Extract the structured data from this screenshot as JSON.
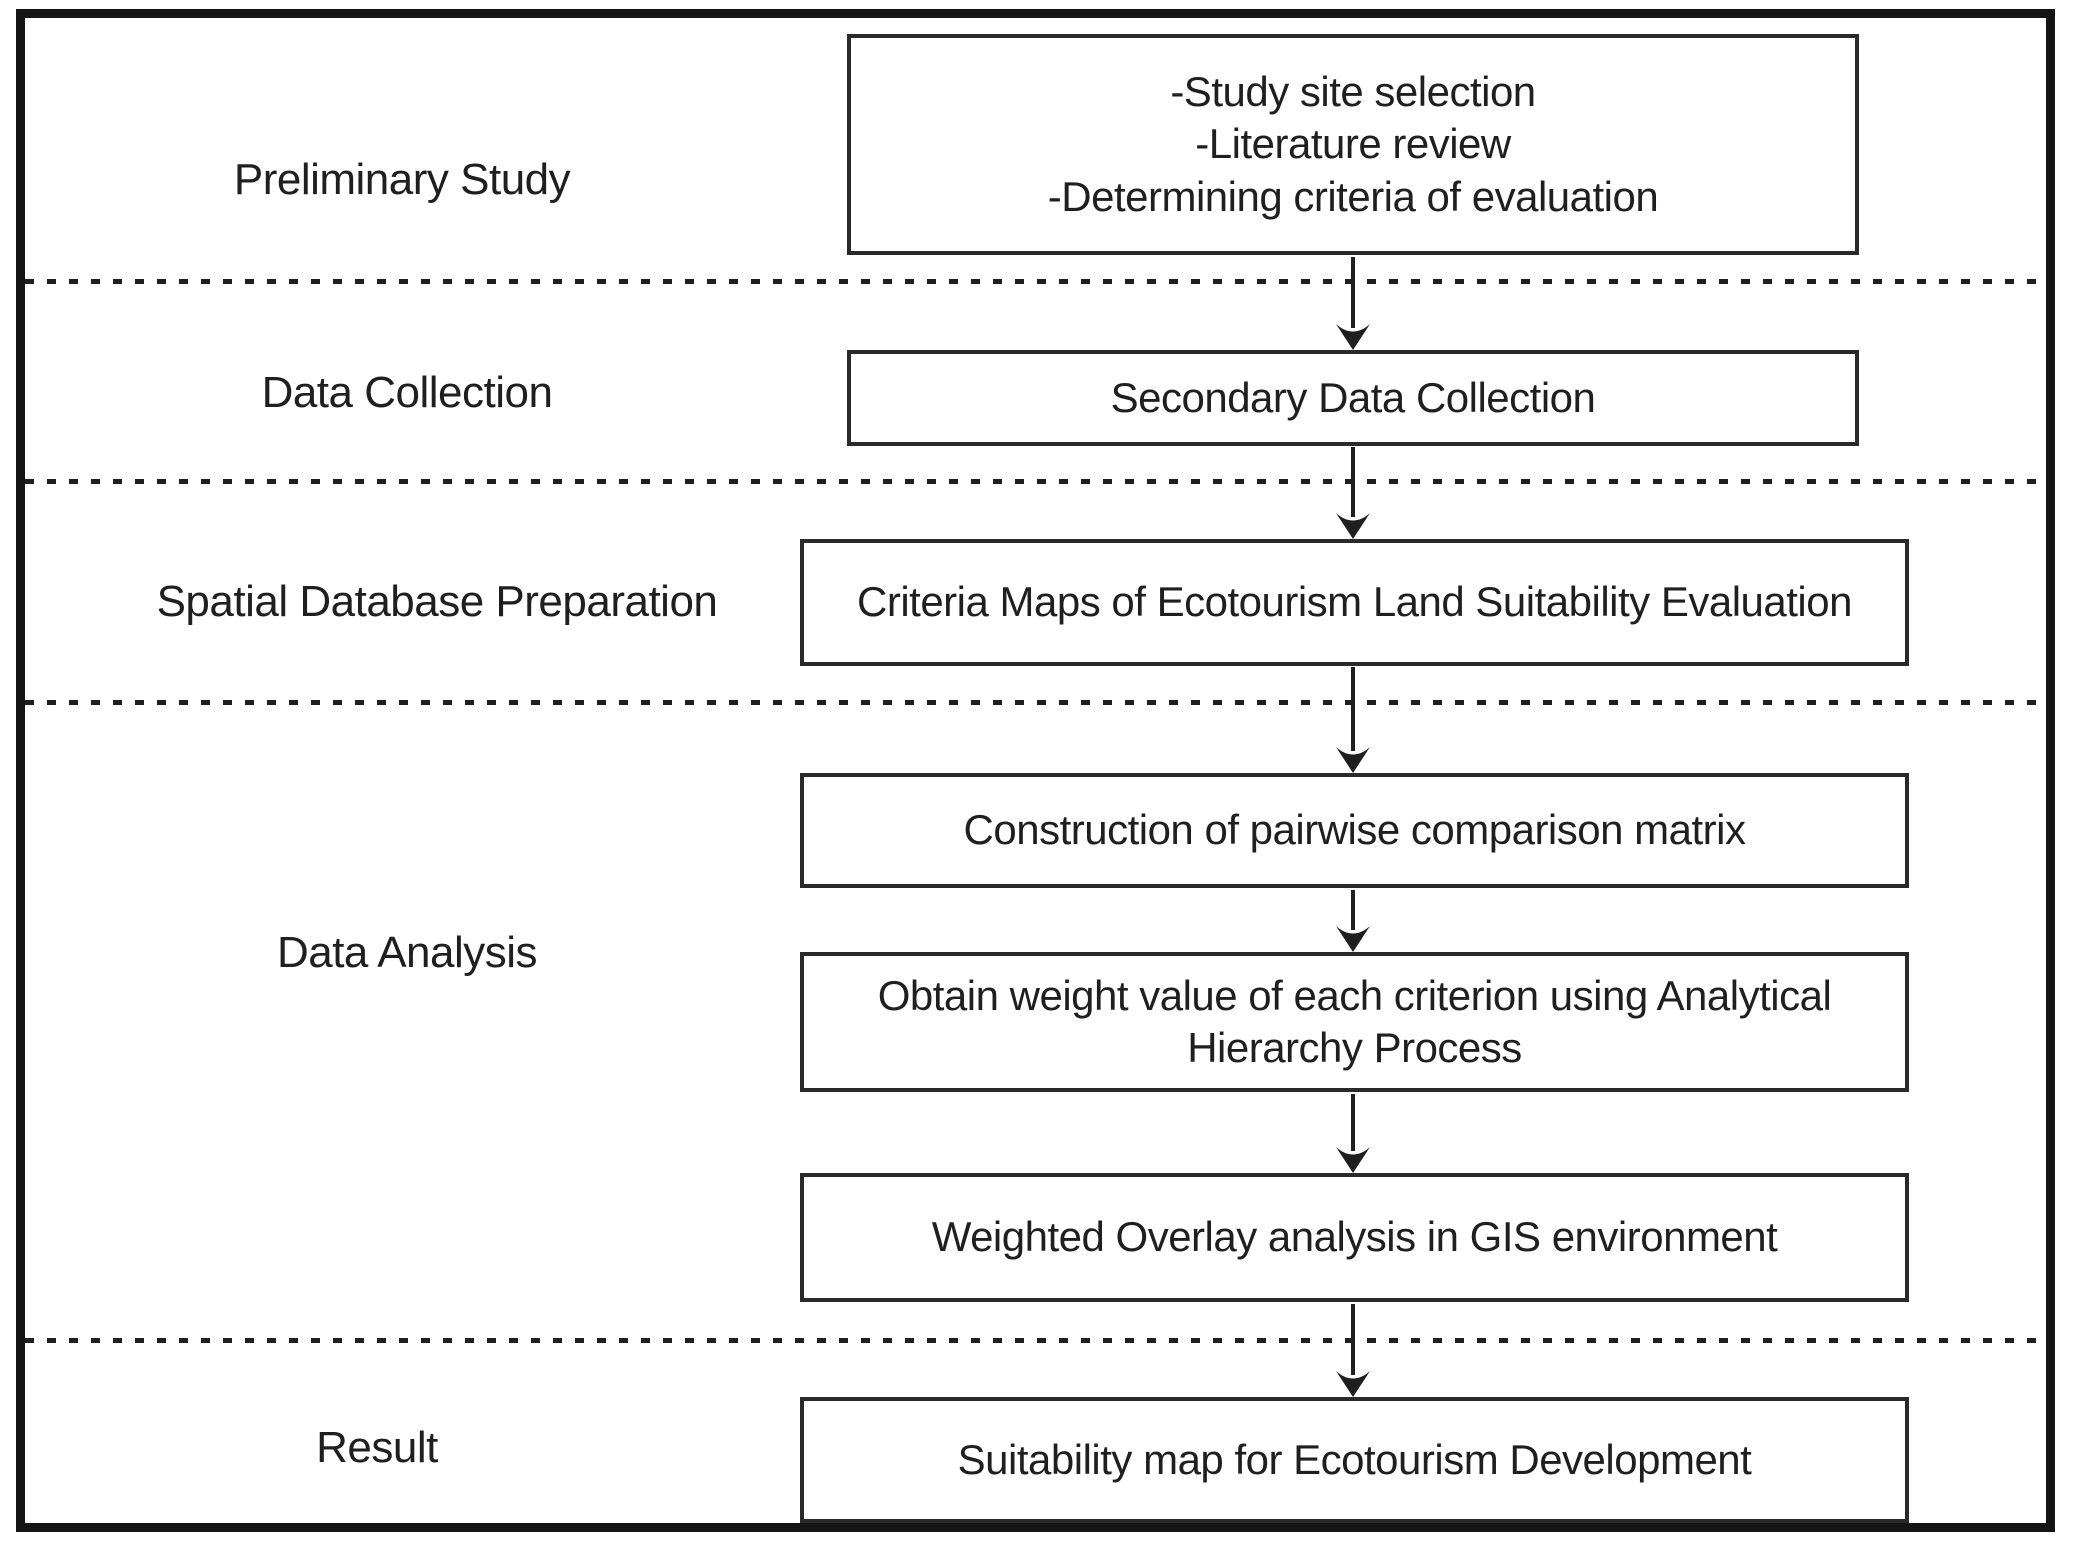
{
  "figure": {
    "type": "flowchart",
    "title": "Ecotourism land suitability evaluation methodology flowchart",
    "phases": [
      {
        "label": "Preliminary Study"
      },
      {
        "label": "Data Collection"
      },
      {
        "label": "Spatial Database Preparation"
      },
      {
        "label": "Data Analysis"
      },
      {
        "label": "Result"
      }
    ],
    "boxes": [
      {
        "id": "preliminary-tasks",
        "lines": [
          "-Study site selection",
          "-Literature review",
          "-Determining criteria of evaluation"
        ]
      },
      {
        "id": "secondary-data-collection",
        "lines": [
          "Secondary Data Collection"
        ]
      },
      {
        "id": "criteria-maps",
        "lines": [
          "Criteria Maps of Ecotourism Land Suitability Evaluation"
        ]
      },
      {
        "id": "pairwise-matrix",
        "lines": [
          "Construction of pairwise comparison matrix"
        ]
      },
      {
        "id": "ahp-weights",
        "lines": [
          "Obtain weight value of each criterion using Analytical",
          "Hierarchy Process"
        ]
      },
      {
        "id": "weighted-overlay",
        "lines": [
          "Weighted Overlay analysis in GIS environment"
        ]
      },
      {
        "id": "suitability-map",
        "lines": [
          "Suitability map for Ecotourism Development"
        ]
      }
    ]
  },
  "colors": {
    "ink": "#1f1f1f",
    "box-border": "#2a2a2a",
    "frame": "#141414",
    "paper": "#ffffff"
  }
}
